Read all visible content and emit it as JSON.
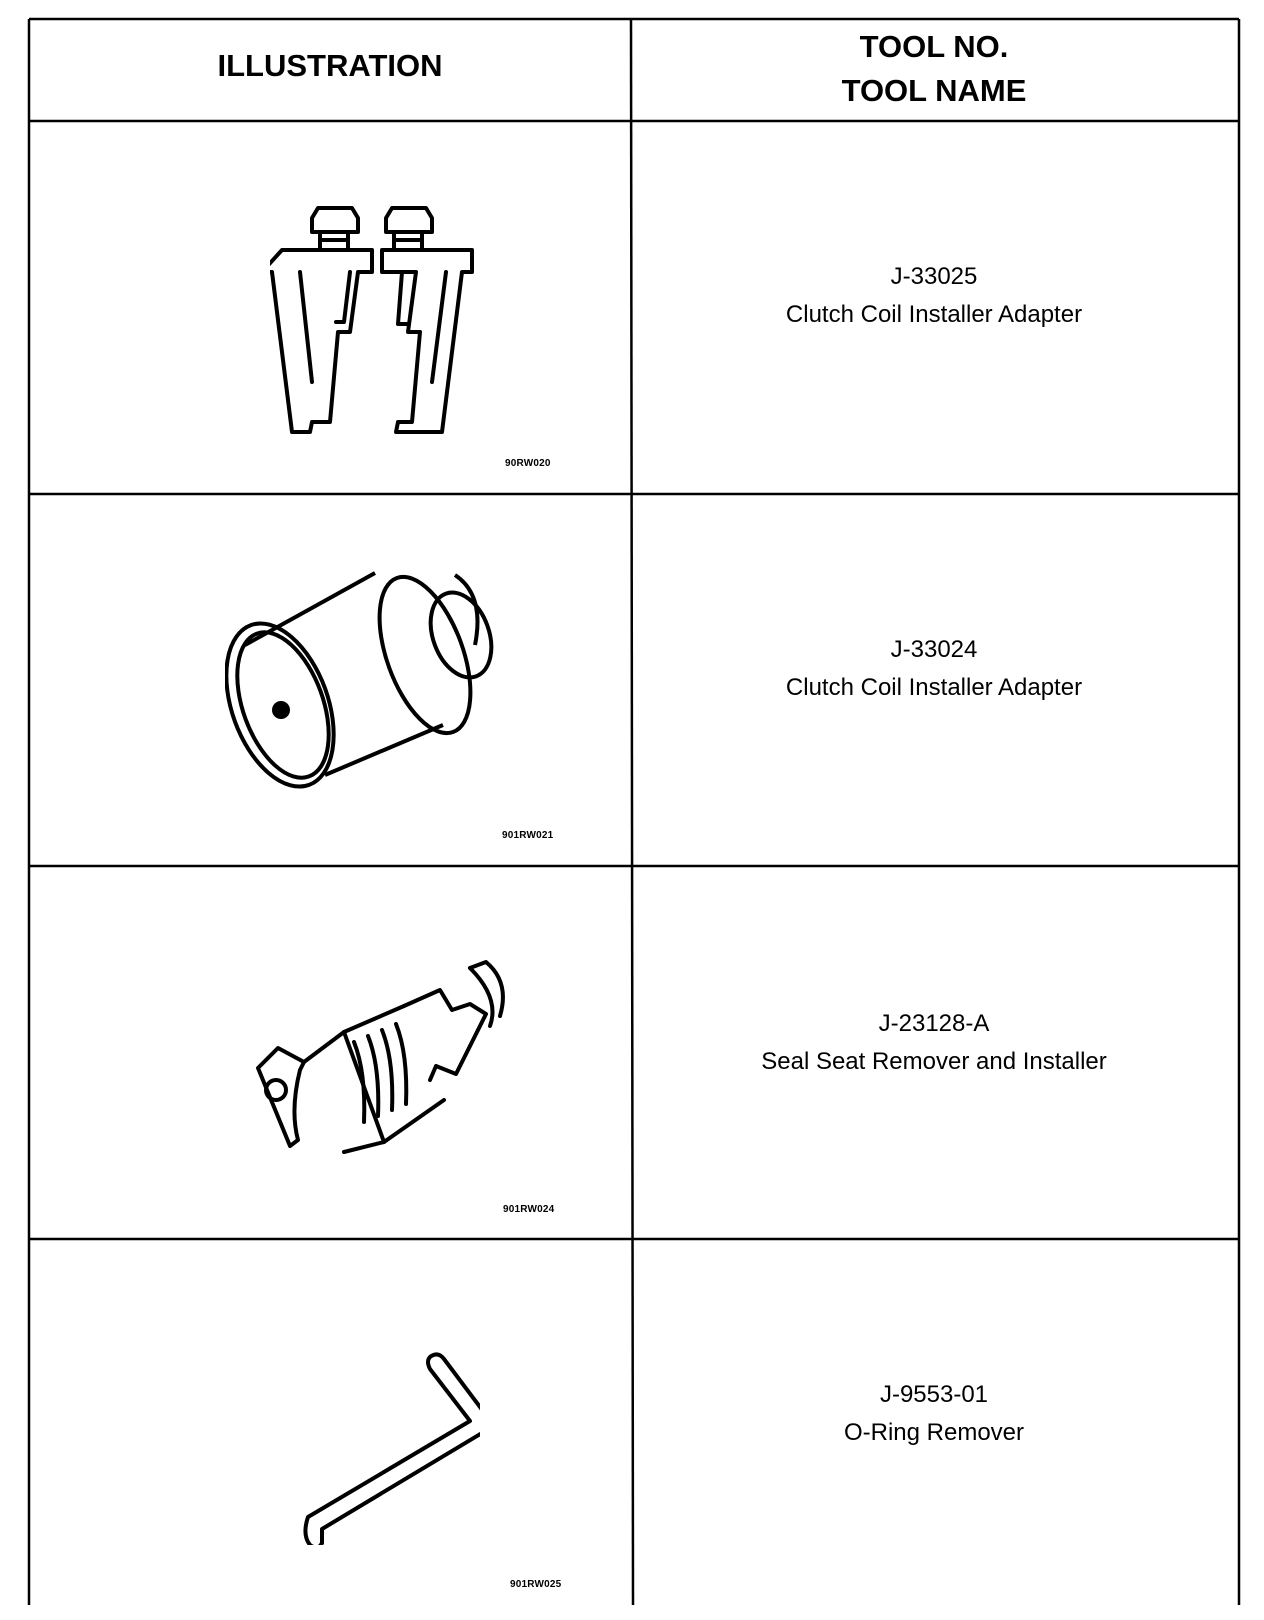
{
  "table": {
    "headers": {
      "illustration": "ILLUSTRATION",
      "tool_no": "TOOL NO.",
      "tool_name": "TOOL NAME"
    },
    "rows": [
      {
        "tool_no": "J-33025",
        "tool_name": "Clutch Coil Installer Adapter",
        "code": "90RW020",
        "icon": "clamp-jaws-icon"
      },
      {
        "tool_no": "J-33024",
        "tool_name": "Clutch Coil Installer Adapter",
        "code": "901RW021",
        "icon": "cylinder-adapter-icon"
      },
      {
        "tool_no": "J-23128-A",
        "tool_name": "Seal Seat Remover and Installer",
        "code": "901RW024",
        "icon": "seal-seat-tool-icon"
      },
      {
        "tool_no": "J-9553-01",
        "tool_name": "O-Ring Remover",
        "code": "901RW025",
        "icon": "o-ring-hook-icon"
      }
    ]
  }
}
